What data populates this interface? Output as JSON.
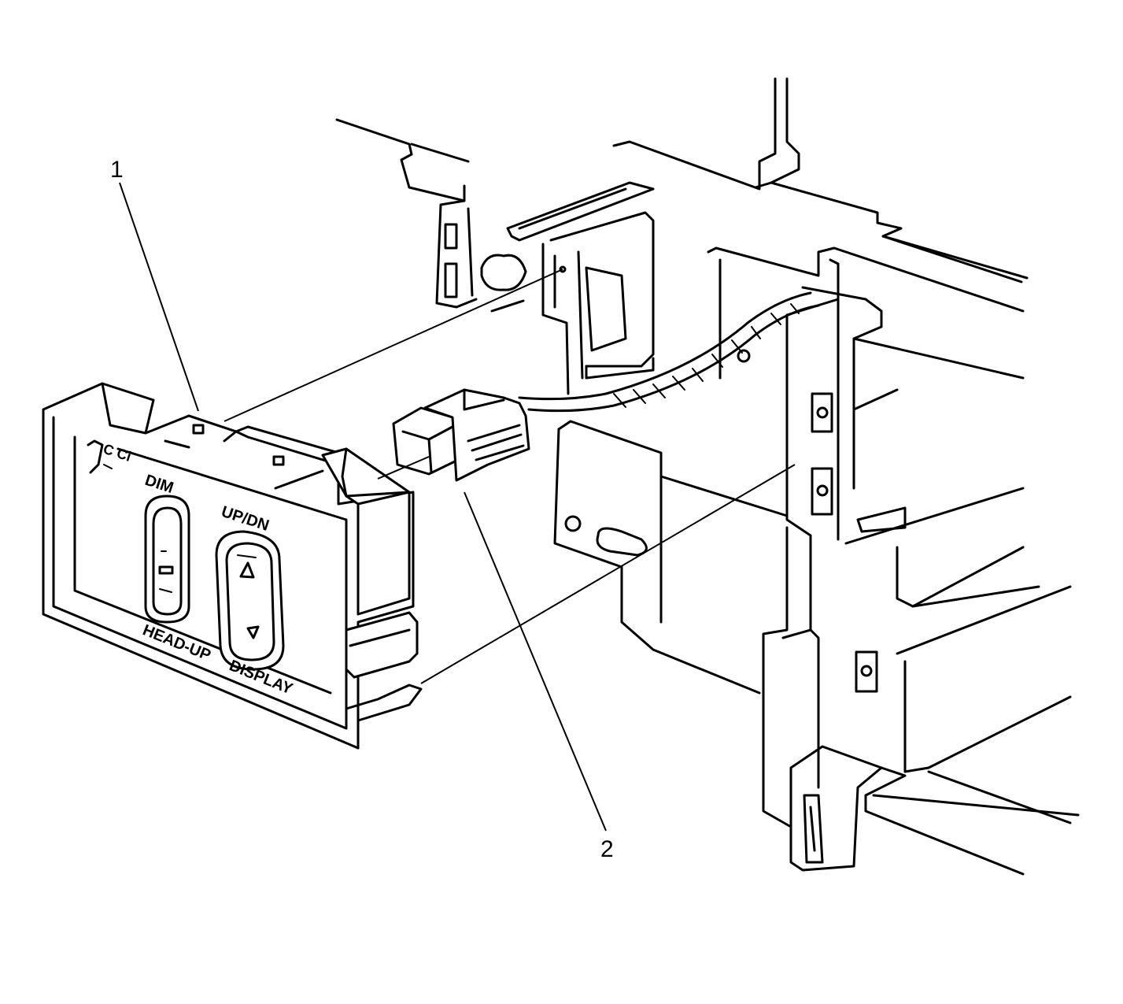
{
  "callouts": [
    {
      "id": "1",
      "label": "1"
    },
    {
      "id": "2",
      "label": "2"
    }
  ],
  "switch_labels": {
    "dim": "DIM",
    "up_dn": "UP/DN",
    "head_up": "HEAD-UP",
    "display": "DISPLAY"
  },
  "colors": {
    "line": "#000000",
    "background": "#ffffff"
  }
}
